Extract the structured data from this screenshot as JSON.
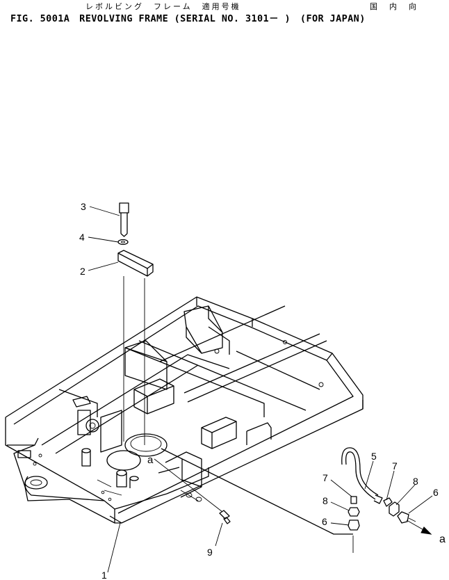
{
  "header": {
    "jp_title": "レボルビング　フレーム　適用号機",
    "jp_region": "国　内　向",
    "title": "FIG. 5001A　REVOLVING FRAME (SERIAL NO. 3101－ )　(FOR JAPAN)"
  },
  "callouts": {
    "p1": "1",
    "p2": "2",
    "p3": "3",
    "p4": "4",
    "p5": "5",
    "p6a": "6",
    "p6b": "6",
    "p7a": "7",
    "p7b": "7",
    "p8a": "8",
    "p8b": "8",
    "p9": "9",
    "ref_a_frame": "a",
    "ref_a_arrow": "a"
  }
}
